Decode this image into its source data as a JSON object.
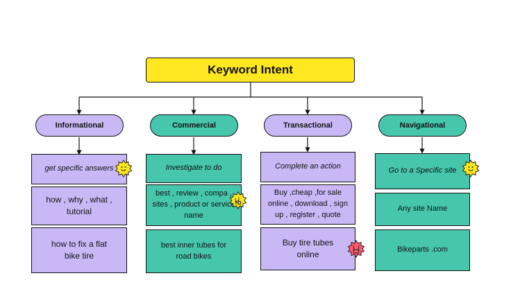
{
  "title": "Keyword Intent",
  "categories": [
    {
      "label": "Informational",
      "description": "get specific answers",
      "keywords": "how , why , what , tutorial",
      "example": "how to fix a flat bike tire"
    },
    {
      "label": "Commercial",
      "description": "Investigate to do",
      "keywords": "best , review , compa , sites , product or service name",
      "example": "best inner tubes for road bikes"
    },
    {
      "label": "Transactional",
      "description": "Complete an action",
      "keywords": "Buy ,cheap ,for sale online , download , sign up , register , quote",
      "example": "Buy tire tubes online"
    },
    {
      "label": "Navigational",
      "description": "Go to a Specific site",
      "keywords": "Any site Name",
      "example": "Bikeparts .com"
    }
  ],
  "colors": {
    "title_fill": "#ffe81f",
    "purple": "#c9b8f5",
    "teal": "#46c6ab",
    "badge_yellow": "#ffe81f",
    "badge_red": "#ff5a6b"
  },
  "icons": [
    "smiley-sticker-icon",
    "peace-hand-sticker-icon",
    "rock-hand-sticker-icon"
  ]
}
